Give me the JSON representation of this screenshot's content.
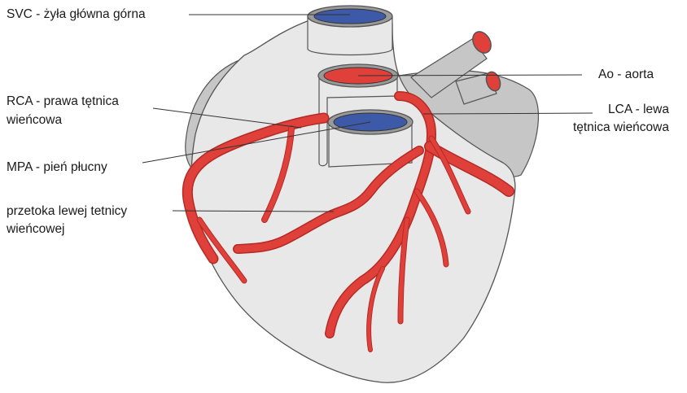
{
  "labels": {
    "svc": "SVC - żyła główna górna",
    "ao": "Ao - aorta",
    "rca_line1": "RCA - prawa tętnica",
    "rca_line2": "wieńcowa",
    "lca_line1": "LCA - lewa",
    "lca_line2": "tętnica wieńcowa",
    "mpa": "MPA - pień płucny",
    "fistula_line1": "przetoka lewej tetnicy",
    "fistula_line2": "wieńcowej"
  },
  "colors": {
    "heart_fill": "#e8e8e8",
    "atrium_fill": "#c6c6c6",
    "outline": "#555555",
    "artery": "#e0403a",
    "artery_edge": "#b52a25",
    "vein": "#3d5aa8",
    "leader": "#333333"
  }
}
